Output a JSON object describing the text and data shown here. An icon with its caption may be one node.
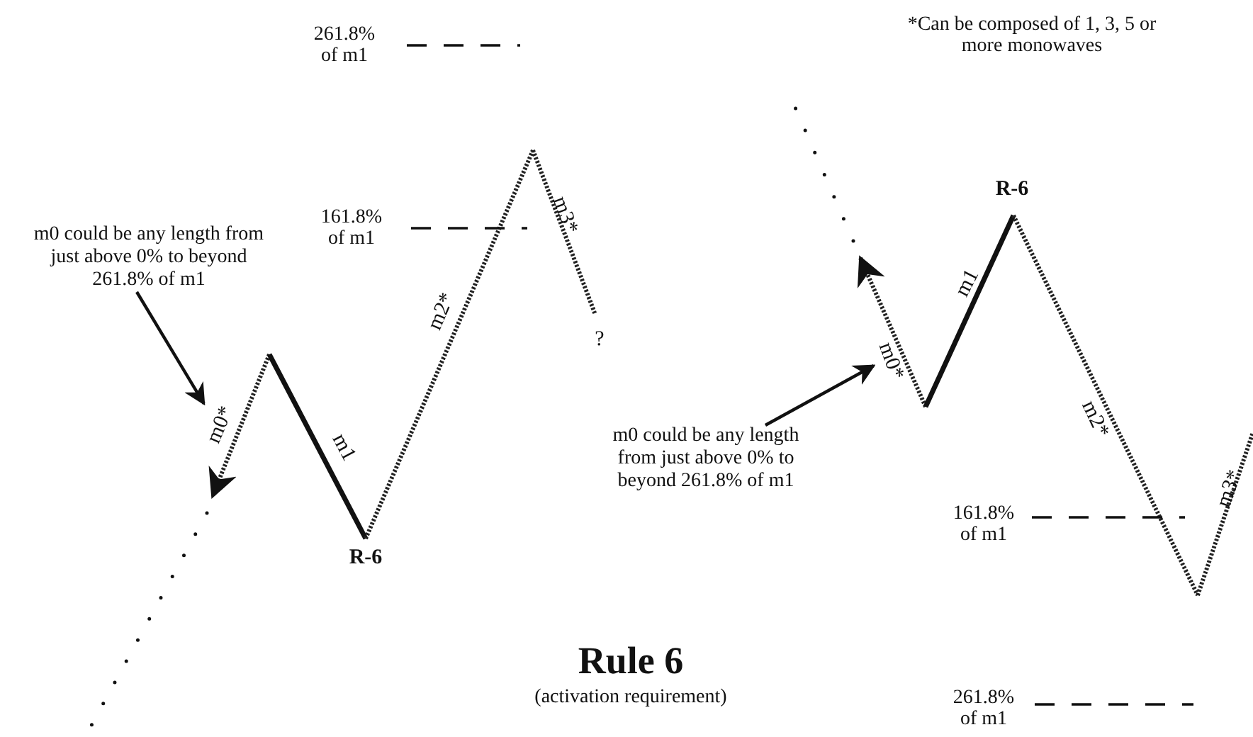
{
  "diagram": {
    "title": "Rule 6",
    "caption": "(activation requirement)",
    "nodes": [
      {
        "text": [
          "m0 could be any length from just above 0% to beyond 261.8% of m1"
        ]
      },
      {
        "text": [
          "m0 could be any length from just above 0% to beyond 261.8% of m1"
        ]
      },
      {
        "text": [
          "m0*"
        ]
      },
      {
        "text": [
          "m0*"
        ]
      }
    ],
    "edges": [
      {
        "from": 0,
        "to": 2,
        "arrow": "to"
      },
      {
        "from": 1,
        "to": 3,
        "arrow": "to"
      }
    ],
    "labels": [
      "261.8% of m1",
      "*Can be composed of 1, 3, 5 or more monowaves",
      "R-6",
      "161.8% of m1",
      "m3*",
      "m1",
      "?",
      "m2*",
      "m1",
      "m2*",
      "161.8% of m1",
      "m3*",
      "R-6",
      "261.8% of m1"
    ]
  }
}
